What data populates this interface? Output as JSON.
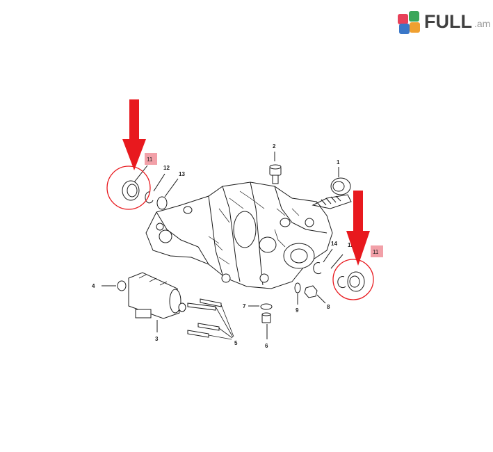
{
  "watermark": {
    "brand": "FULL",
    "suffix": ".am"
  },
  "callouts": [
    "1",
    "2",
    "3",
    "4",
    "5",
    "6",
    "7",
    "8",
    "9",
    "11",
    "11",
    "12",
    "12",
    "13",
    "14"
  ],
  "colors": {
    "arrow": "#e8191e",
    "highlight_box": "#f2a0a8",
    "circle": "#e8191e",
    "line_art": "#1a1a1a"
  }
}
